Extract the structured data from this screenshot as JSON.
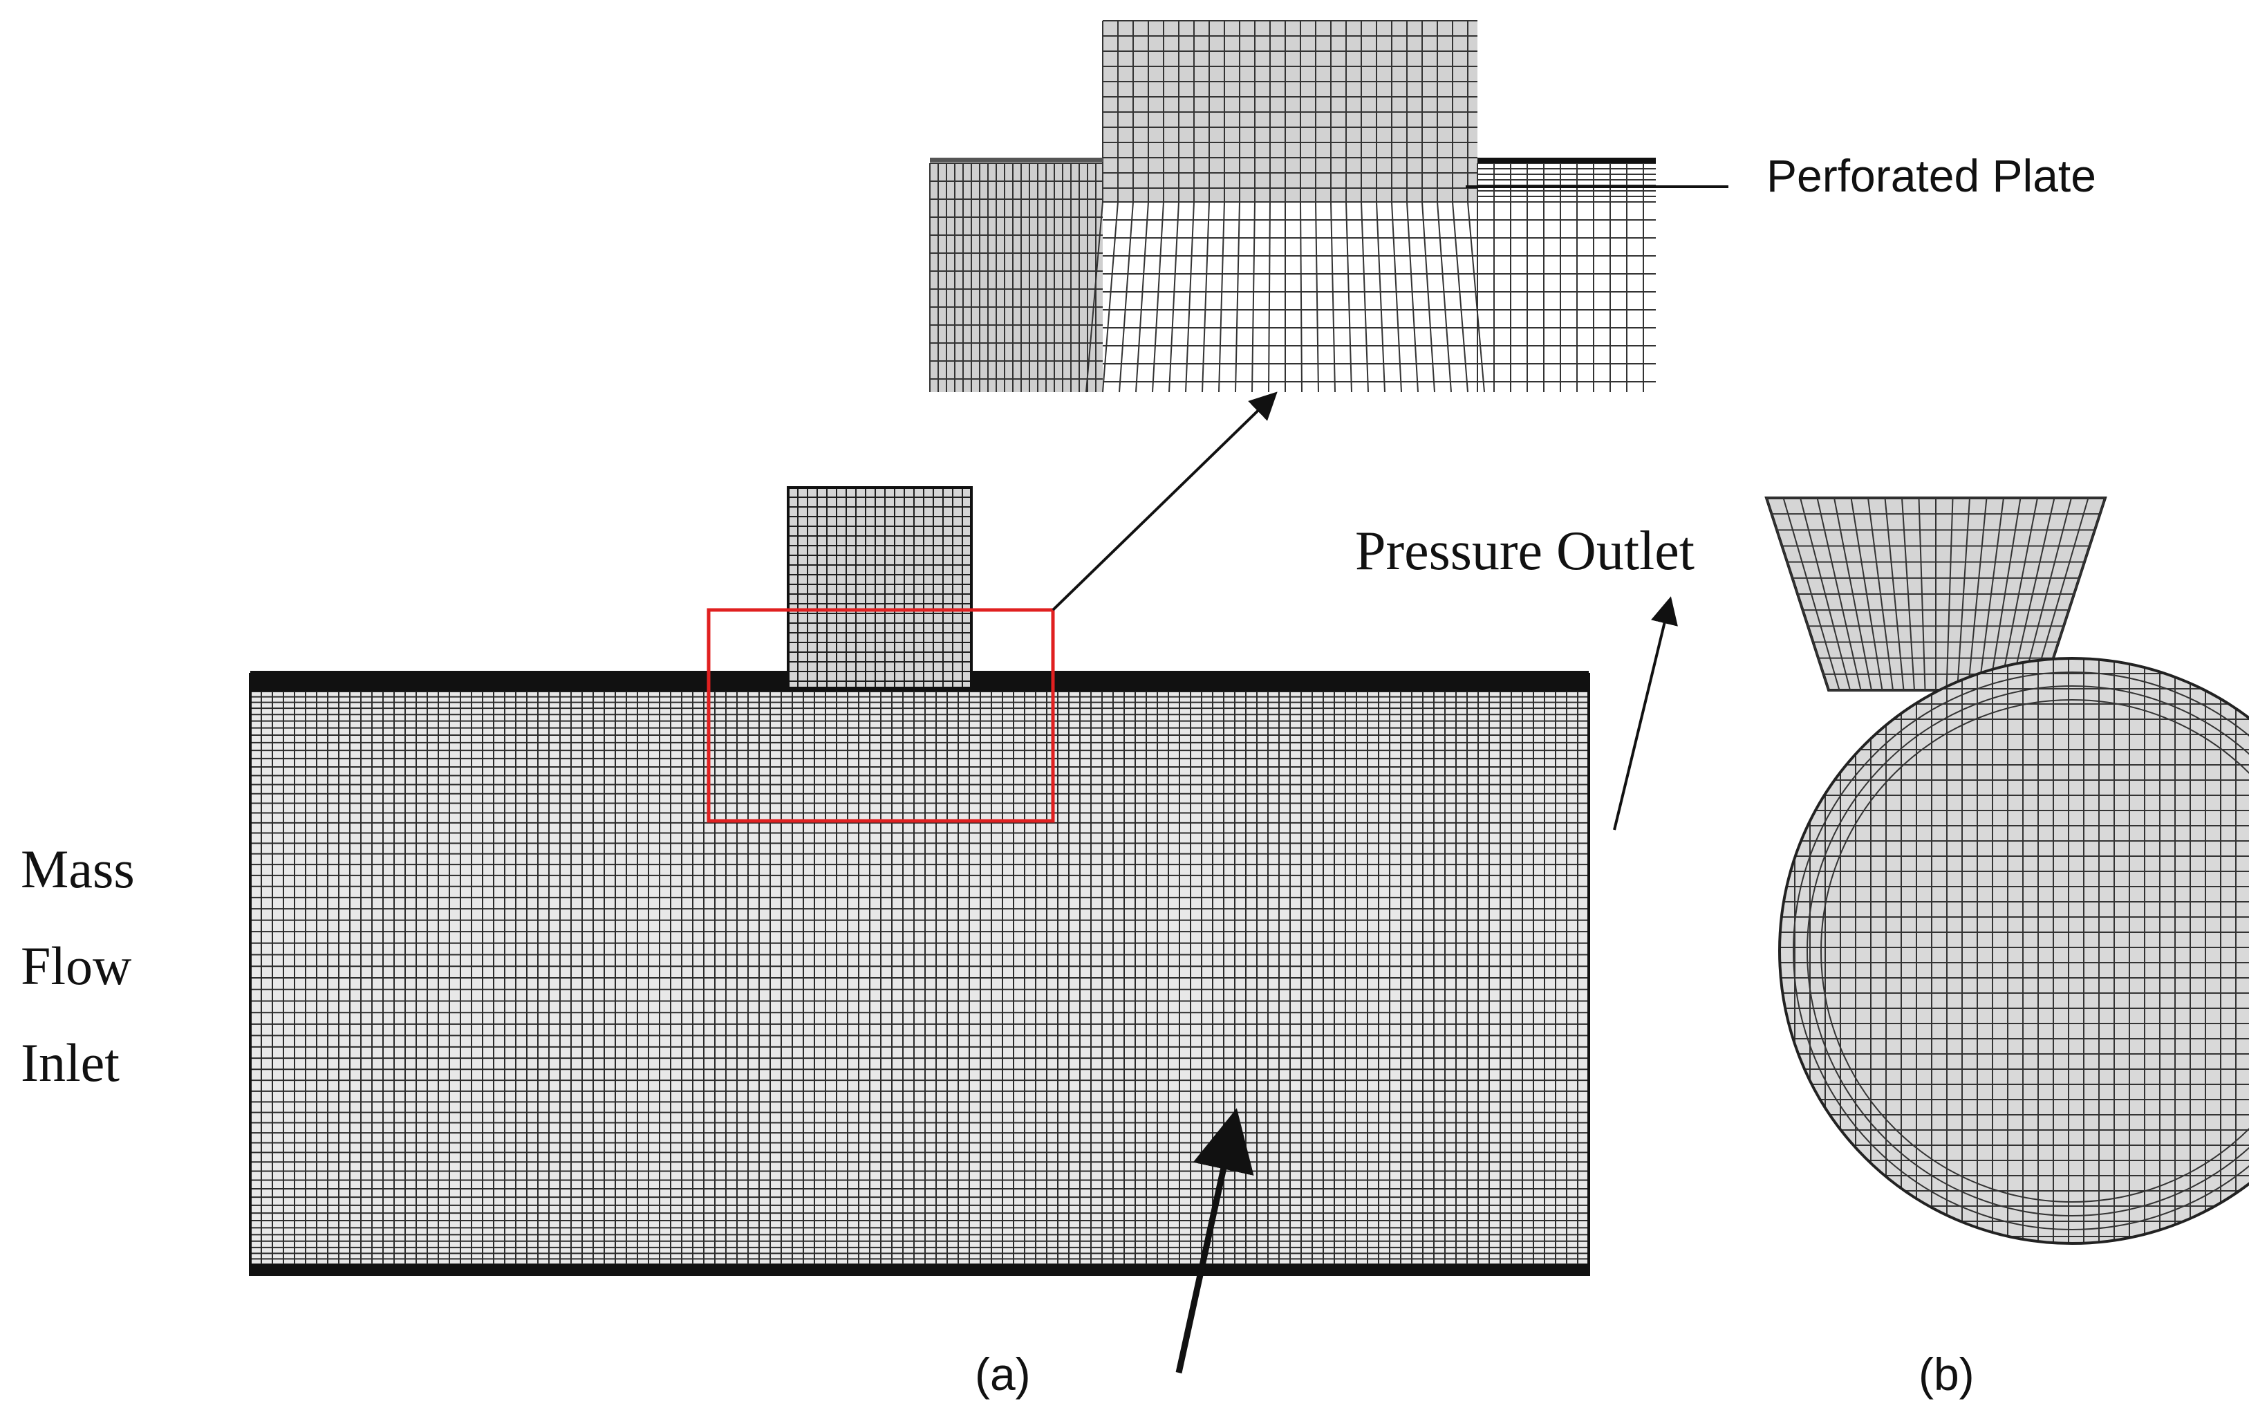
{
  "labels": {
    "perforated_plate": "Perforated Plate",
    "pressure_outlet": "Pressure Outlet",
    "mass": "Mass",
    "flow": "Flow",
    "inlet": "Inlet",
    "panel_a": "(a)",
    "panel_b": "(b)"
  },
  "colors": {
    "mesh_line": "#2b2b2b",
    "mesh_fill": "#dcdcdc",
    "highlight_box": "#e02020",
    "arrow": "#111111"
  }
}
